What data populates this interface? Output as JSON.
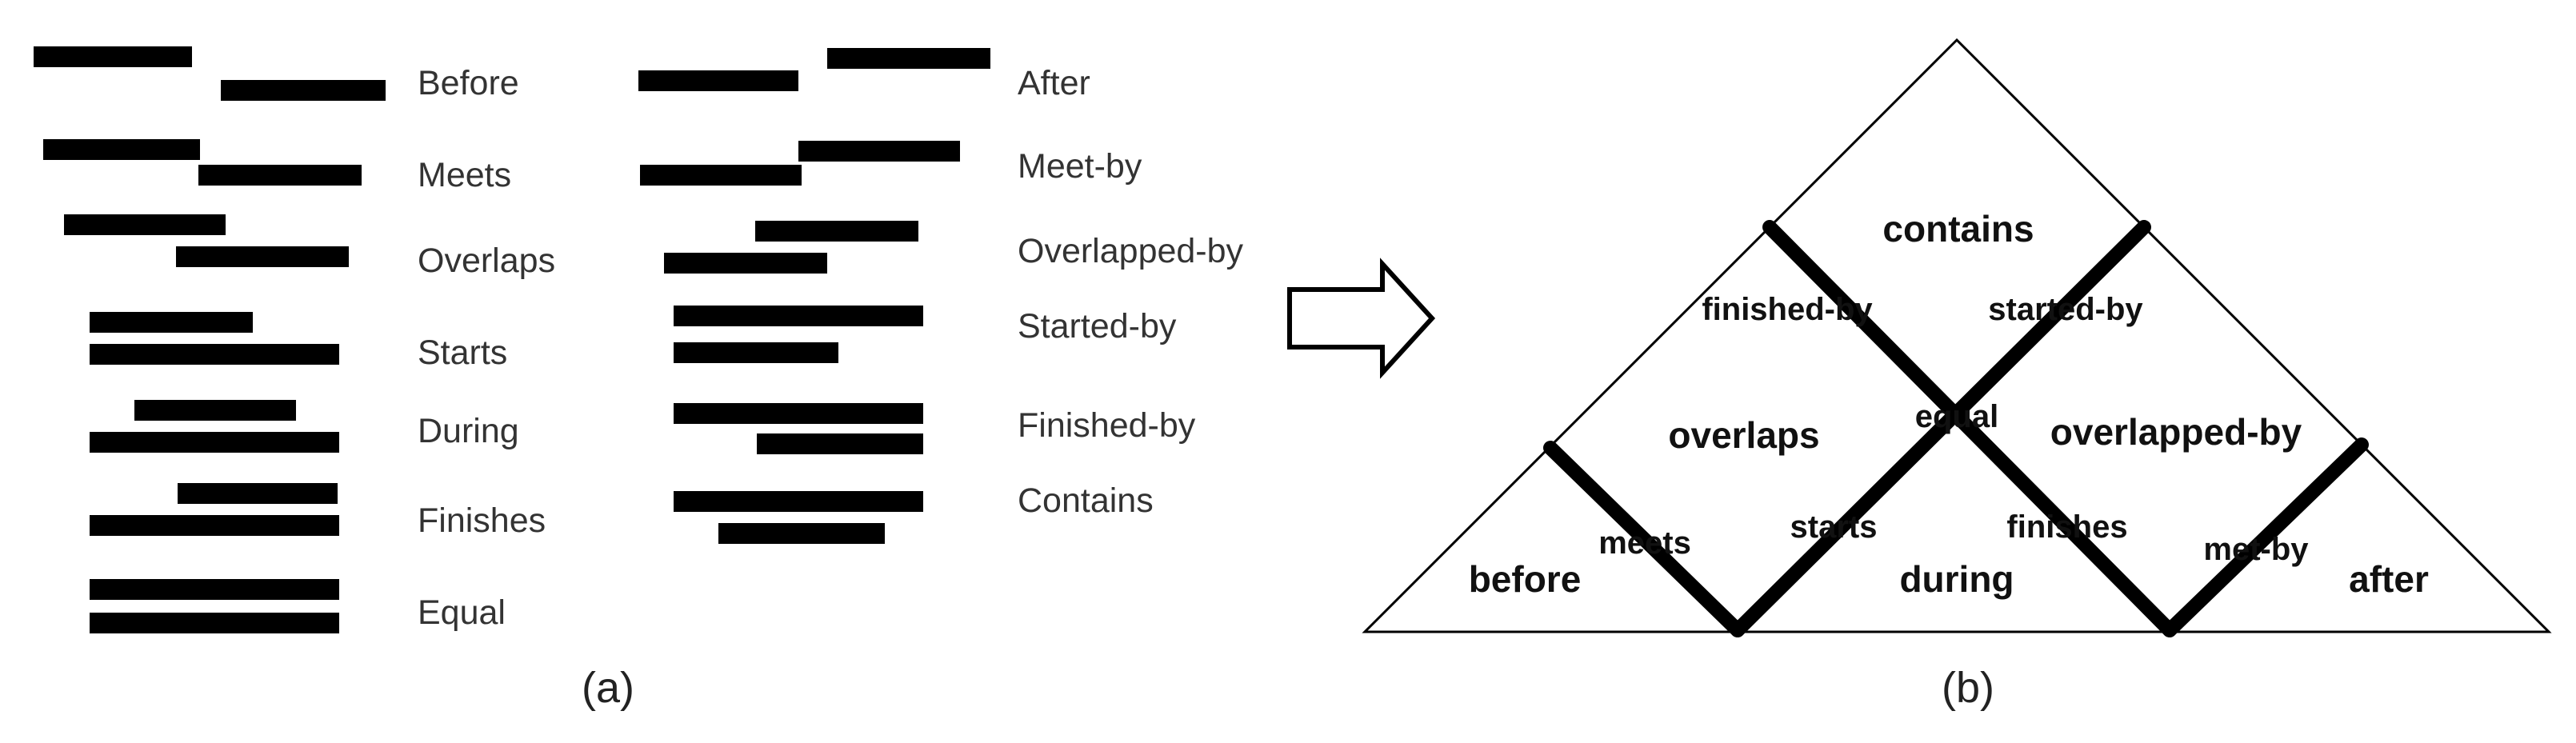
{
  "panel_a": {
    "caption": "(a)",
    "left_column": [
      "Before",
      "Meets",
      "Overlaps",
      "Starts",
      "During",
      "Finishes",
      "Equal"
    ],
    "right_column": [
      "After",
      "Meet-by",
      "Overlapped-by",
      "Started-by",
      "Finished-by",
      "Contains"
    ]
  },
  "panel_b": {
    "caption": "(b)",
    "regions": {
      "contains": "contains",
      "overlaps": "overlaps",
      "overlapped_by": "overlapped-by",
      "before": "before",
      "during": "during",
      "after": "after"
    },
    "edge_labels": {
      "finished_by": "finished-by",
      "started_by": "started-by",
      "equal": "equal",
      "meets": "meets",
      "starts": "starts",
      "finishes": "finishes",
      "met_by": "met-by"
    }
  }
}
